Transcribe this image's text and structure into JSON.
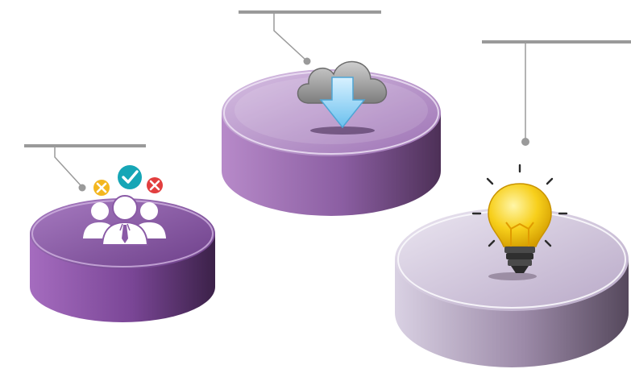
{
  "colors": {
    "background": "#ffffff",
    "callout_line": "#9a9a9a",
    "callout_dot": "#9a9a9a",
    "platform_left": "#8a5aa6",
    "platform_middle": "#a57ab7",
    "platform_right": "#c4b6d4",
    "icon_check": "#16a6b6",
    "icon_warning": "#f3b61f",
    "icon_error": "#e23e3e",
    "icon_download_arrow": "#86ccef",
    "icon_cloud": "#a7a7a7",
    "icon_bulb": "#f6c913"
  },
  "platforms": [
    {
      "id": "team",
      "icon": "team-people-icon",
      "status_icons": [
        "warning-icon",
        "check-icon",
        "close-icon"
      ]
    },
    {
      "id": "cloud",
      "icon": "cloud-download-icon"
    },
    {
      "id": "idea",
      "icon": "lightbulb-icon"
    }
  ]
}
